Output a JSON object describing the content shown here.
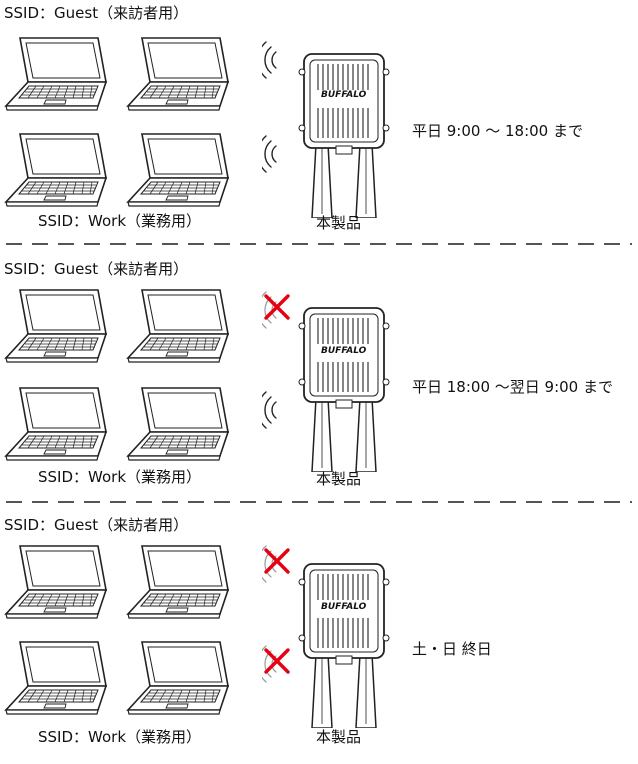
{
  "labels": {
    "guest_ssid": "SSID：Guest（来訪者用）",
    "work_ssid": "SSID：Work（業務用）",
    "product": "本製品",
    "brand": "BUFFALO"
  },
  "scenarios": [
    {
      "schedule": "平日 9:00 ～ 18:00 まで",
      "guest_signal": "on",
      "work_signal": "on"
    },
    {
      "schedule": "平日 18:00 ～翌日 9:00 まで",
      "guest_signal": "off",
      "work_signal": "on"
    },
    {
      "schedule": "土・日 終日",
      "guest_signal": "off",
      "work_signal": "off"
    }
  ],
  "colors": {
    "disabled_mark": "#e60012",
    "line": "#222222",
    "divider": "#555555"
  },
  "icons": {
    "laptop": "laptop-icon",
    "access_point": "access-point-icon",
    "signal": "wifi-signal-icon",
    "disabled": "x-mark-icon"
  }
}
